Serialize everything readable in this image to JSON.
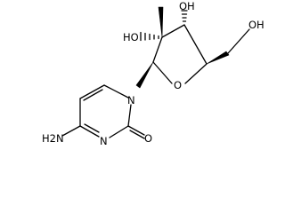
{
  "molecule": {
    "atoms": {
      "oh_ribose_c3": "OH",
      "oh_ribose_c2": "HO",
      "oh_hydroxymethyl": "OH",
      "ring_oxygen": "O",
      "pyrimidine_n1": "N",
      "pyrimidine_n3": "N",
      "amino": "H2N",
      "carbonyl_o": "O"
    }
  }
}
